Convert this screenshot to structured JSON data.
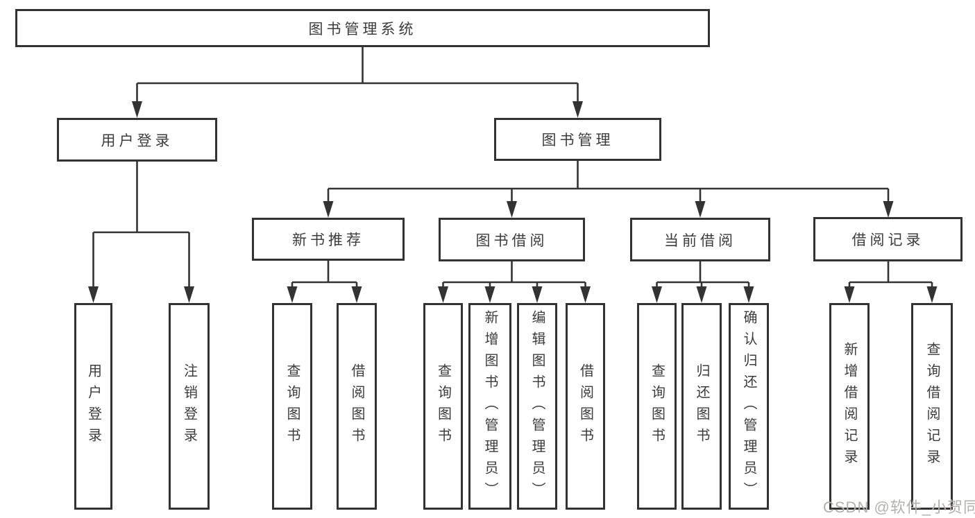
{
  "diagram": {
    "type": "tree",
    "line_color": "#333333",
    "box_background": "#ffffff",
    "text_color": "#3c3c3c",
    "watermark_color": "#b3b1ae",
    "tree": {
      "label": "图书管理系统",
      "children": [
        {
          "label": "用户登录",
          "children": [
            {
              "label": "用户登录"
            },
            {
              "label": "注销登录"
            }
          ]
        },
        {
          "label": "图书管理",
          "children": [
            {
              "label": "新书推荐",
              "children": [
                {
                  "label": "查询图书"
                },
                {
                  "label": "借阅图书"
                }
              ]
            },
            {
              "label": "图书借阅",
              "children": [
                {
                  "label": "查询图书"
                },
                {
                  "label": "新增图书（管理员）"
                },
                {
                  "label": "编辑图书（管理员）"
                },
                {
                  "label": "借阅图书"
                }
              ]
            },
            {
              "label": "当前借阅",
              "children": [
                {
                  "label": "查询图书"
                },
                {
                  "label": "归还图书"
                },
                {
                  "label": "确认归还（管理员）"
                }
              ]
            },
            {
              "label": "借阅记录",
              "children": [
                {
                  "label": "新增借阅记录"
                },
                {
                  "label": "查询借阅记录"
                }
              ]
            }
          ]
        }
      ]
    }
  },
  "watermark": {
    "text": "CSDN @软件_小贺同学"
  }
}
